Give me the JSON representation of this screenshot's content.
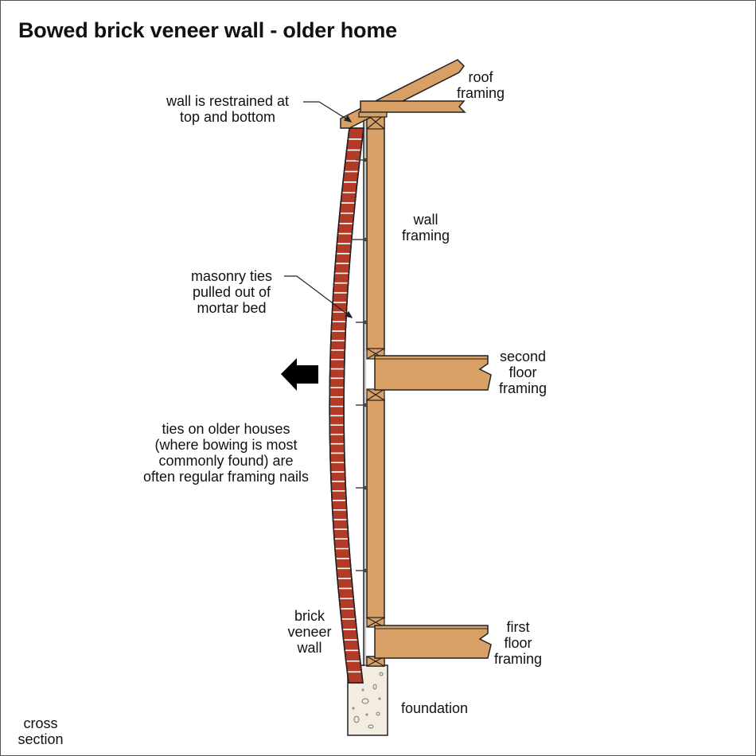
{
  "title": "Bowed brick veneer wall - older home",
  "labels": {
    "restrained": [
      "wall is restrained at",
      "top and bottom"
    ],
    "roof": [
      "roof",
      "framing"
    ],
    "wall_framing": [
      "wall",
      "framing"
    ],
    "masonry_ties": [
      "masonry ties",
      "pulled out of",
      "mortar bed"
    ],
    "second_floor": [
      "second",
      "floor",
      "framing"
    ],
    "older_ties": [
      "ties on older houses",
      "(where bowing is most",
      "commonly found) are",
      "often regular framing nails"
    ],
    "brick_wall": [
      "brick",
      "veneer",
      "wall"
    ],
    "first_floor": [
      "first",
      "floor",
      "framing"
    ],
    "foundation": "foundation",
    "cross_section": [
      "cross",
      "section"
    ]
  },
  "colors": {
    "wood": "#d9a066",
    "brick": "#b23a26",
    "mortar": "#ffffff",
    "outline": "#222222",
    "concrete": "#f2ede0",
    "arrow": "#000000"
  },
  "icons": {
    "bow_direction": "arrow-left-icon"
  }
}
